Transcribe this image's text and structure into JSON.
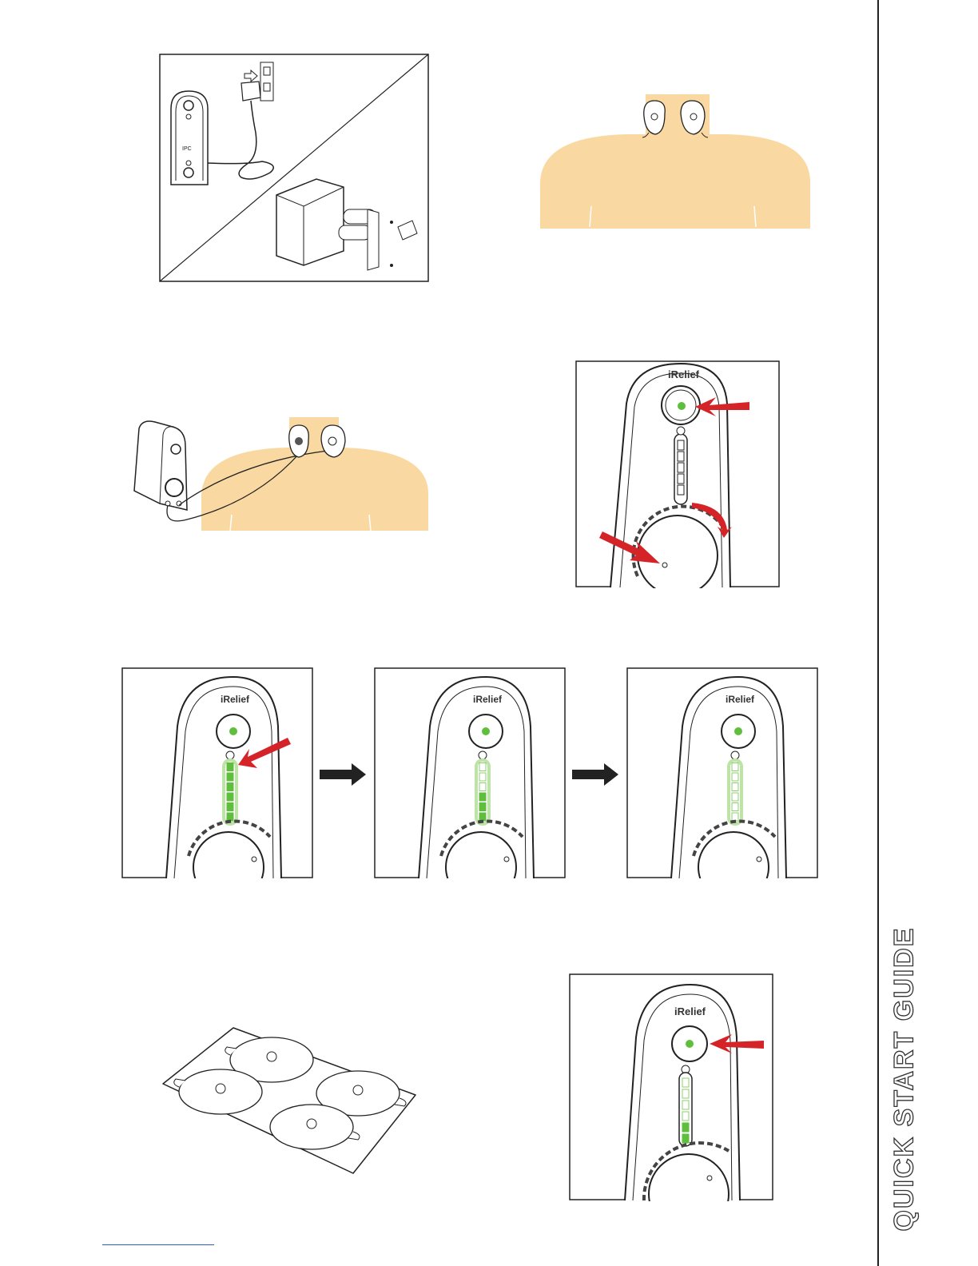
{
  "page": {
    "side_title": "QUICK START GUIDE"
  },
  "device": {
    "brand_label": "iRelief",
    "port_label": "IPC"
  },
  "colors": {
    "skin": "#f9d9a1",
    "indicator_green": "#5fbf3c",
    "arrow_red": "#d52428",
    "outline": "#222222"
  },
  "timer_sequence": {
    "levels_lit": [
      6,
      3,
      0
    ]
  },
  "figures": {
    "f7_levels_lit": 2
  },
  "icons": [
    "power-button-icon",
    "clock-icon",
    "arrow-right-icon",
    "curved-arrow-icon"
  ]
}
